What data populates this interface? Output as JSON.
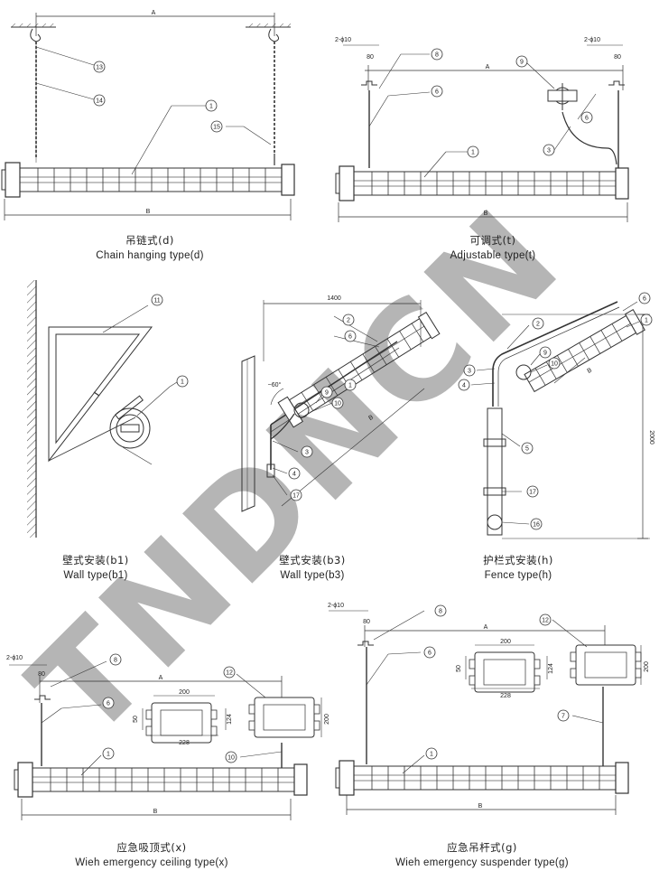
{
  "watermark": "TNDNCN",
  "panels": [
    {
      "id": "d",
      "title_zh": "吊链式(d)",
      "title_en": "Chain hanging type(d)"
    },
    {
      "id": "t",
      "title_zh": "可调式(t)",
      "title_en": "Adjustable type(t)"
    },
    {
      "id": "b1",
      "title_zh": "壁式安装(b1)",
      "title_en": "Wall type(b1)"
    },
    {
      "id": "b3",
      "title_zh": "壁式安装(b3)",
      "title_en": "Wall type(b3)"
    },
    {
      "id": "h",
      "title_zh": "护栏式安装(h)",
      "title_en": "Fence type(h)"
    },
    {
      "id": "x",
      "title_zh": "应急吸顶式(x)",
      "title_en": "Wieh emergency ceiling type(x)"
    },
    {
      "id": "g",
      "title_zh": "应急吊杆式(g)",
      "title_en": "Wieh emergency suspender type(g)"
    }
  ],
  "dimension_labels": {
    "a": "A",
    "b": "B",
    "bolt": "2-ϕ10",
    "bolt_spacing": "80",
    "length_1400": "1400",
    "angle": "~60°",
    "height_2000": "2000",
    "box_width_200": "200",
    "box_height_124": "124",
    "box_inner_228": "228",
    "box_side_50": "50",
    "box_height_200": "200"
  },
  "callouts": {
    "n1": "1",
    "n2": "2",
    "n3": "3",
    "n4": "4",
    "n5": "5",
    "n6": "6",
    "n7": "7",
    "n8": "8",
    "n9": "9",
    "n10": "10",
    "n11": "11",
    "n12": "12",
    "n13": "13",
    "n14": "14",
    "n15": "15",
    "n16": "16",
    "n17": "17"
  }
}
